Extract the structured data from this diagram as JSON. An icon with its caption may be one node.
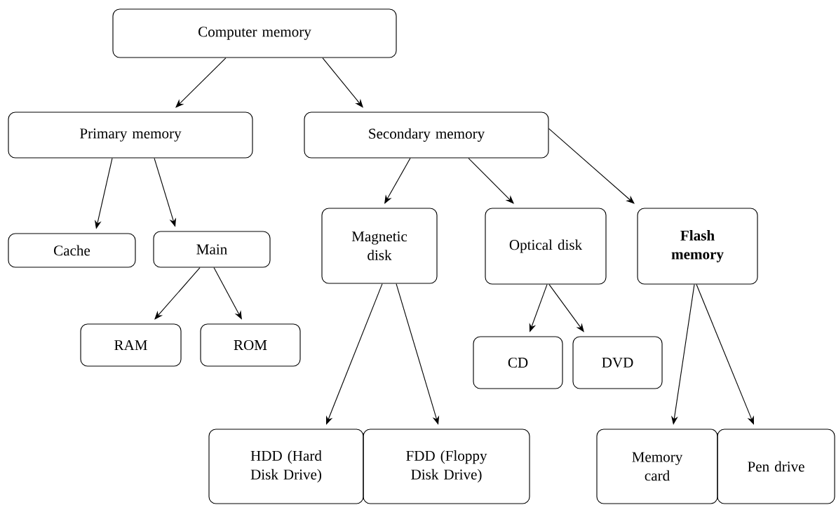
{
  "diagram": {
    "nodes": [
      {
        "text": [
          "Computer memory"
        ]
      },
      {
        "text": [
          "Primary memory"
        ]
      },
      {
        "text": [
          "Secondary memory"
        ]
      },
      {
        "text": [
          "Cache"
        ]
      },
      {
        "text": [
          "Main"
        ]
      },
      {
        "text": [
          "Magnetic disk"
        ]
      },
      {
        "text": [
          "Optical disk"
        ]
      },
      {
        "text": [
          "Flash memory"
        ]
      },
      {
        "text": [
          "RAM"
        ]
      },
      {
        "text": [
          "ROM"
        ]
      },
      {
        "text": [
          "CD"
        ]
      },
      {
        "text": [
          "DVD"
        ]
      },
      {
        "text": [
          "HDD (Hard Disk Drive)"
        ]
      },
      {
        "text": [
          "FDD (Floppy Disk Drive)"
        ]
      },
      {
        "text": [
          "Memory card"
        ]
      },
      {
        "text": [
          "Pen drive"
        ]
      }
    ],
    "edges": [
      {
        "from": 0,
        "to": 1,
        "arrow": "to"
      },
      {
        "from": 0,
        "to": 2,
        "arrow": "to"
      },
      {
        "from": 1,
        "to": 3,
        "arrow": "to"
      },
      {
        "from": 1,
        "to": 4,
        "arrow": "to"
      },
      {
        "from": 2,
        "to": 5,
        "arrow": "to"
      },
      {
        "from": 2,
        "to": 6,
        "arrow": "to"
      },
      {
        "from": 2,
        "to": 7,
        "arrow": "to"
      },
      {
        "from": 4,
        "to": 8,
        "arrow": "to"
      },
      {
        "from": 4,
        "to": 9,
        "arrow": "to"
      },
      {
        "from": 5,
        "to": 12,
        "arrow": "to"
      },
      {
        "from": 5,
        "to": 13,
        "arrow": "to"
      },
      {
        "from": 6,
        "to": 10,
        "arrow": "to"
      },
      {
        "from": 6,
        "to": 11,
        "arrow": "to"
      },
      {
        "from": 7,
        "to": 14,
        "arrow": "to"
      },
      {
        "from": 7,
        "to": 15,
        "arrow": "to"
      }
    ]
  }
}
